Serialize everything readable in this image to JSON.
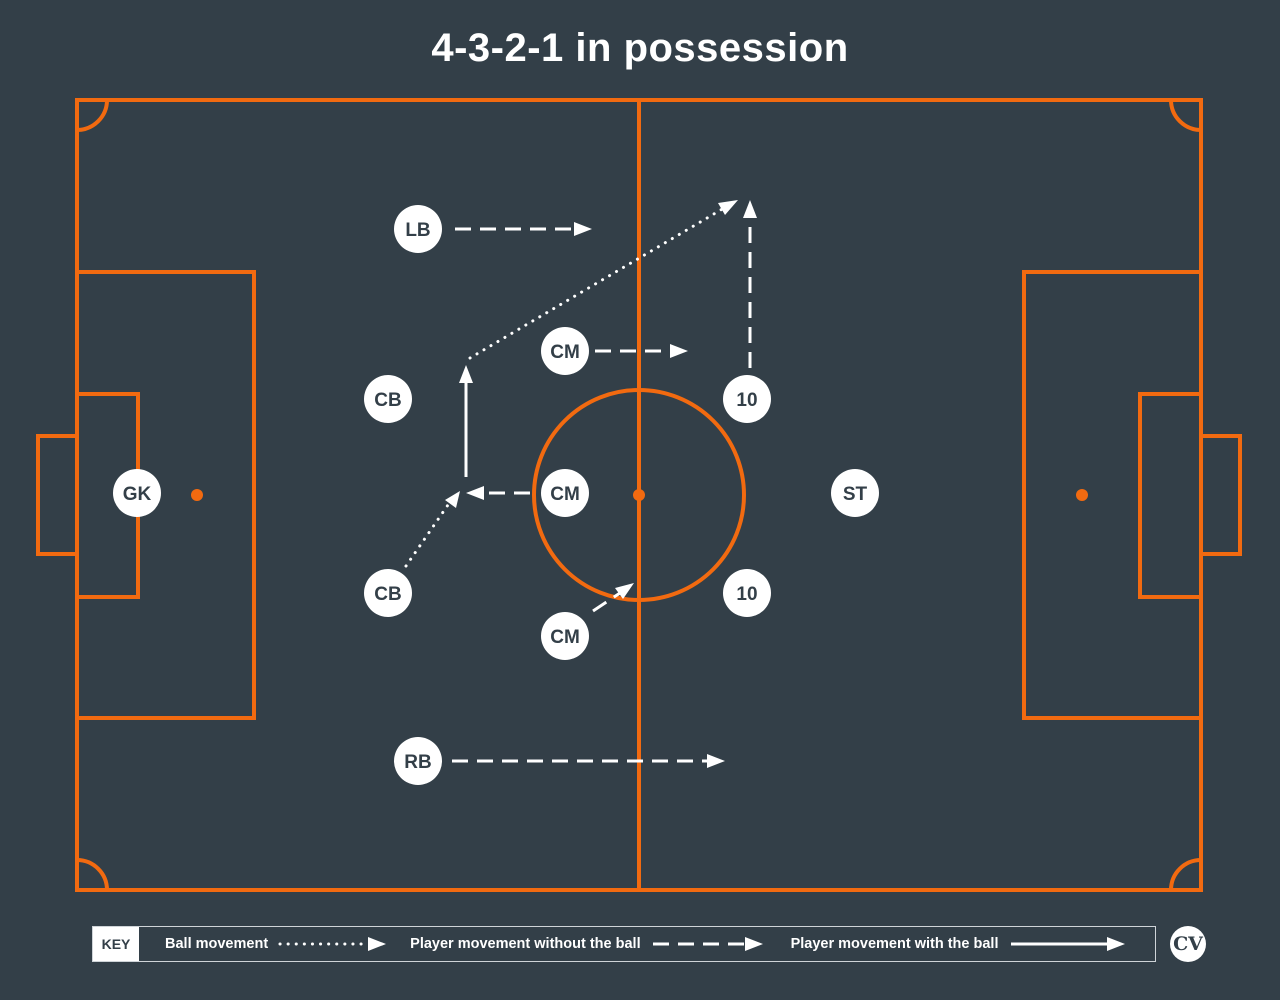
{
  "title": "4-3-2-1 in possession",
  "colors": {
    "background": "#333f48",
    "pitch_lines": "#f26a10",
    "player_fill": "#ffffff",
    "player_text": "#333f48",
    "movement_lines": "#ffffff"
  },
  "players": [
    {
      "id": "gk",
      "label": "GK"
    },
    {
      "id": "lb",
      "label": "LB"
    },
    {
      "id": "cb-top",
      "label": "CB"
    },
    {
      "id": "cb-bottom",
      "label": "CB"
    },
    {
      "id": "rb",
      "label": "RB"
    },
    {
      "id": "cm-top",
      "label": "CM"
    },
    {
      "id": "cm-middle",
      "label": "CM"
    },
    {
      "id": "cm-bottom",
      "label": "CM"
    },
    {
      "id": "ten-top",
      "label": "10"
    },
    {
      "id": "ten-bottom",
      "label": "10"
    },
    {
      "id": "st",
      "label": "ST"
    }
  ],
  "key": {
    "label": "KEY",
    "items": [
      {
        "id": "ball",
        "label": "Ball movement",
        "style": "dotted"
      },
      {
        "id": "without",
        "label": "Player movement without the ball",
        "style": "dashed"
      },
      {
        "id": "with",
        "label": "Player movement with the ball",
        "style": "solid"
      }
    ]
  },
  "logo": {
    "text": "CV"
  }
}
